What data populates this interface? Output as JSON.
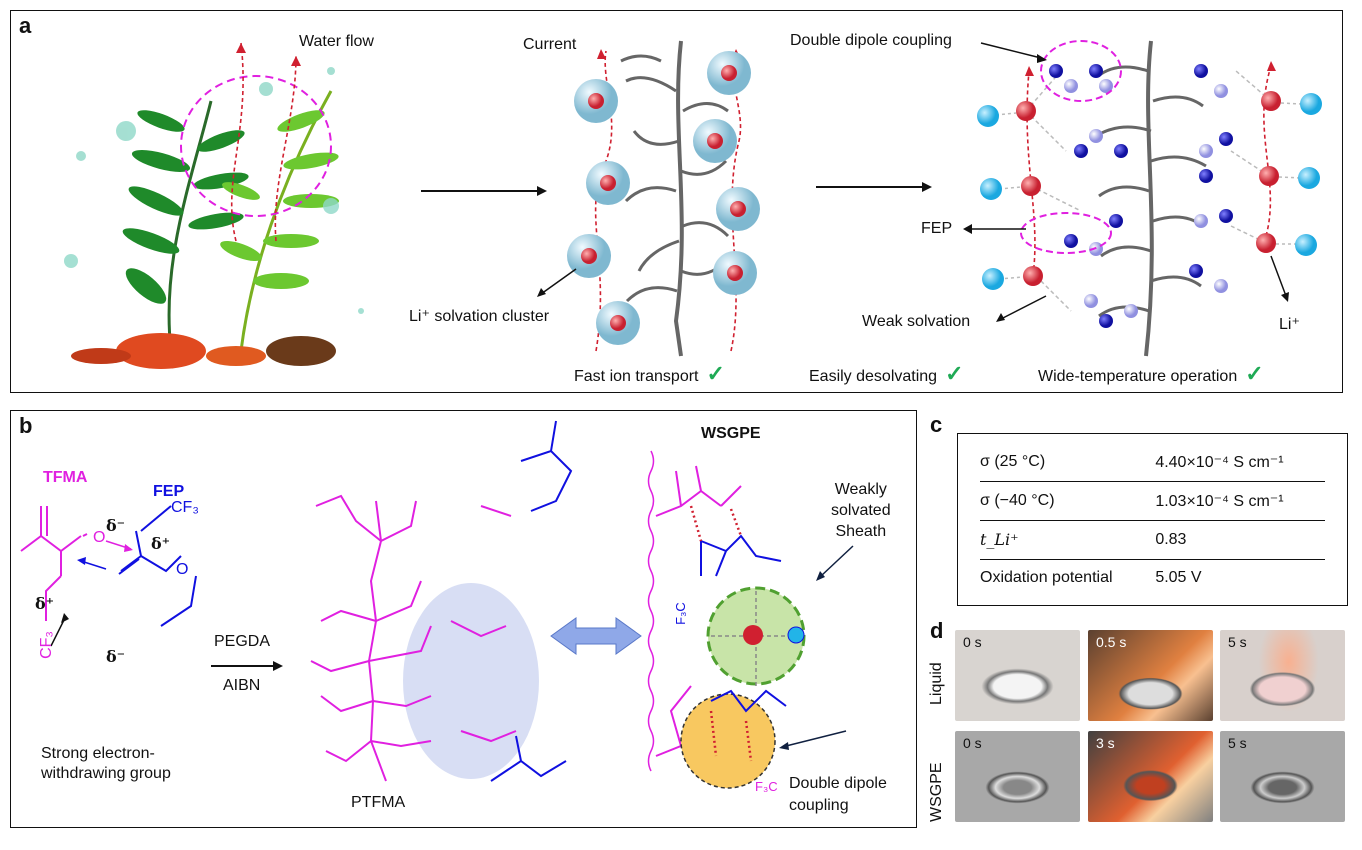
{
  "panel_a": {
    "letter": "a",
    "water_flow": "Water flow",
    "current": "Current",
    "solvation_cluster": "Li⁺ solvation cluster",
    "fast_ion": "Fast ion transport",
    "double_dipole": "Double dipole coupling",
    "fep": "FEP",
    "weak_solvation": "Weak solvation",
    "li_plus": "Li⁺",
    "easily_desolvating": "Easily desolvating",
    "wide_temp": "Wide-temperature operation",
    "check_icon": "✓",
    "minus": "-"
  },
  "panel_b": {
    "letter": "b",
    "tfma": "TFMA",
    "fep": "FEP",
    "delta_minus": "δ⁻",
    "delta_plus": "δ⁺",
    "cf3": "CF₃",
    "pegda": "PEGDA",
    "aibn": "AIBN",
    "ptfma": "PTFMA",
    "wsgpe": "WSGPE",
    "weak_sheath": [
      "Weakly",
      "solvated",
      "Sheath"
    ],
    "double_dipole": [
      "Double dipole",
      "coupling"
    ],
    "strong_ewg": [
      "Strong electron-",
      "withdrawing group"
    ],
    "o": "O",
    "f3c": "F₃C"
  },
  "panel_c": {
    "letter": "c",
    "rows": [
      {
        "label": "σ (25 °C)",
        "value": "4.40×10⁻⁴ S cm⁻¹"
      },
      {
        "label": "σ (−40 °C)",
        "value": "1.03×10⁻⁴ S cm⁻¹"
      },
      {
        "label": "t_Li⁺",
        "value": "0.83"
      },
      {
        "label": "Oxidation potential",
        "value": "5.05 V"
      }
    ]
  },
  "panel_d": {
    "letter": "d",
    "row_labels": [
      "Liquid",
      "WSGPE"
    ],
    "liquid_times": [
      "0 s",
      "0.5 s",
      "5 s"
    ],
    "wsgpe_times": [
      "0 s",
      "3 s",
      "5 s"
    ]
  },
  "colors": {
    "magenta": "#e020e0",
    "blue": "#1010e0",
    "check": "#1faa55",
    "li_ion": "#d83040",
    "anion": "#22b4e8"
  }
}
